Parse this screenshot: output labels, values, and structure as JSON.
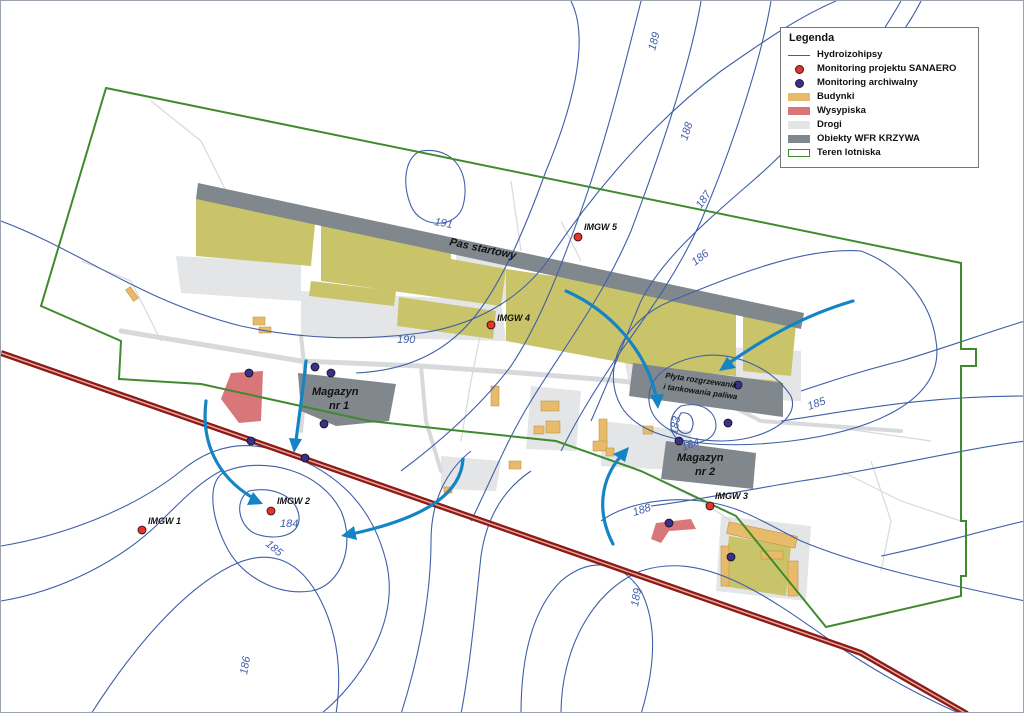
{
  "legend": {
    "title": "Legenda",
    "items": [
      {
        "label": "Hydroizohipsy",
        "symbol": "line",
        "color": "#3f5fa8"
      },
      {
        "label": "Monitoring projektu SANAERO",
        "symbol": "dot",
        "color": "#e8332b"
      },
      {
        "label": "Monitoring archiwalny",
        "symbol": "dot",
        "color": "#3a2f8c"
      },
      {
        "label": "Budynki",
        "symbol": "rect",
        "color": "#e8bb6a"
      },
      {
        "label": "Wysypiska",
        "symbol": "rect",
        "color": "#d9767a"
      },
      {
        "label": "Drogi",
        "symbol": "rect",
        "color": "#e3e5e7"
      },
      {
        "label": "Obiekty WFR KRZYWA",
        "symbol": "rect",
        "color": "#80878d"
      },
      {
        "label": "Teren lotniska",
        "symbol": "outline",
        "color": "#3f8a2e"
      }
    ]
  },
  "features": {
    "runway": "Pas startowy",
    "magazyn1": [
      "Magazyn",
      "nr 1"
    ],
    "magazyn2": [
      "Magazyn",
      "nr 2"
    ],
    "pad": [
      "Płyta rozgrzewania",
      "i tankowania paliwa"
    ]
  },
  "wells": [
    {
      "label": "IMGW 1"
    },
    {
      "label": "IMGW 2"
    },
    {
      "label": "IMGW 3"
    },
    {
      "label": "IMGW 4"
    },
    {
      "label": "IMGW 5"
    }
  ],
  "contour_labels": [
    "191",
    "190",
    "189",
    "188",
    "187",
    "186",
    "185",
    "184",
    "183",
    "184",
    "185",
    "186",
    "188",
    "189"
  ],
  "colors": {
    "contour": "#3f5fa8",
    "airport_boundary": "#3f8a2e",
    "grass": "#c9c46a",
    "runway": "#80878d",
    "road": "#e3e5e7",
    "building": "#e8bb6a",
    "dump": "#d9767a",
    "railway": "#8b1a14",
    "flow_arrow": "#1584c5"
  }
}
